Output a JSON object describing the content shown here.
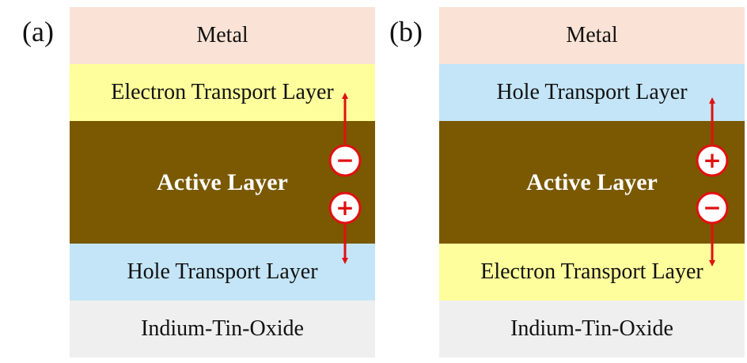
{
  "panels": [
    {
      "label": "(a)",
      "layers": [
        "Metal",
        "Electron Transport Layer",
        "Active Layer",
        "Hole Transport Layer",
        "Indium-Tin-Oxide"
      ],
      "charges": {
        "upper": "−",
        "lower": "+"
      }
    },
    {
      "label": "(b)",
      "layers": [
        "Metal",
        "Hole Transport Layer",
        "Active Layer",
        "Electron Transport Layer",
        "Indium-Tin-Oxide"
      ],
      "charges": {
        "upper": "+",
        "lower": "−"
      }
    }
  ],
  "colors": {
    "metal": "#fae3d6",
    "electron_transport": "#fefe9c",
    "hole_transport": "#c3e5f7",
    "active": "#7a5902",
    "ito": "#efefef",
    "arrow": "#e01010"
  }
}
